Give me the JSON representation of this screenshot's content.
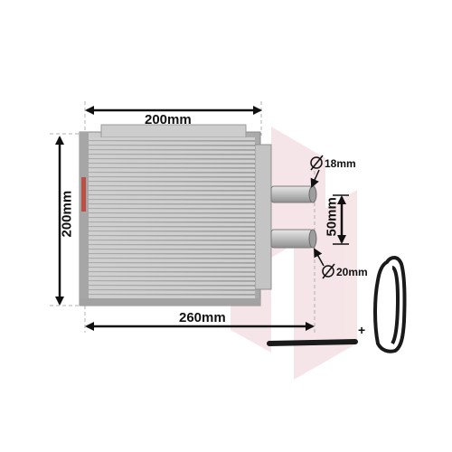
{
  "dimensions": {
    "top_width": "200mm",
    "left_height": "200mm",
    "bottom_width": "260mm",
    "pipe_spacing": "50mm",
    "pipe_upper_diameter": "18mm",
    "pipe_lower_diameter": "20mm"
  },
  "accessory": {
    "plus_sign": "+"
  },
  "colors": {
    "fin": "#d6d6d6",
    "frame": "#b9b9b9",
    "guide": "#b0b0b0",
    "arrow": "#111111",
    "seal": "#1a1a1a",
    "watermark": "#f5e4e6"
  }
}
